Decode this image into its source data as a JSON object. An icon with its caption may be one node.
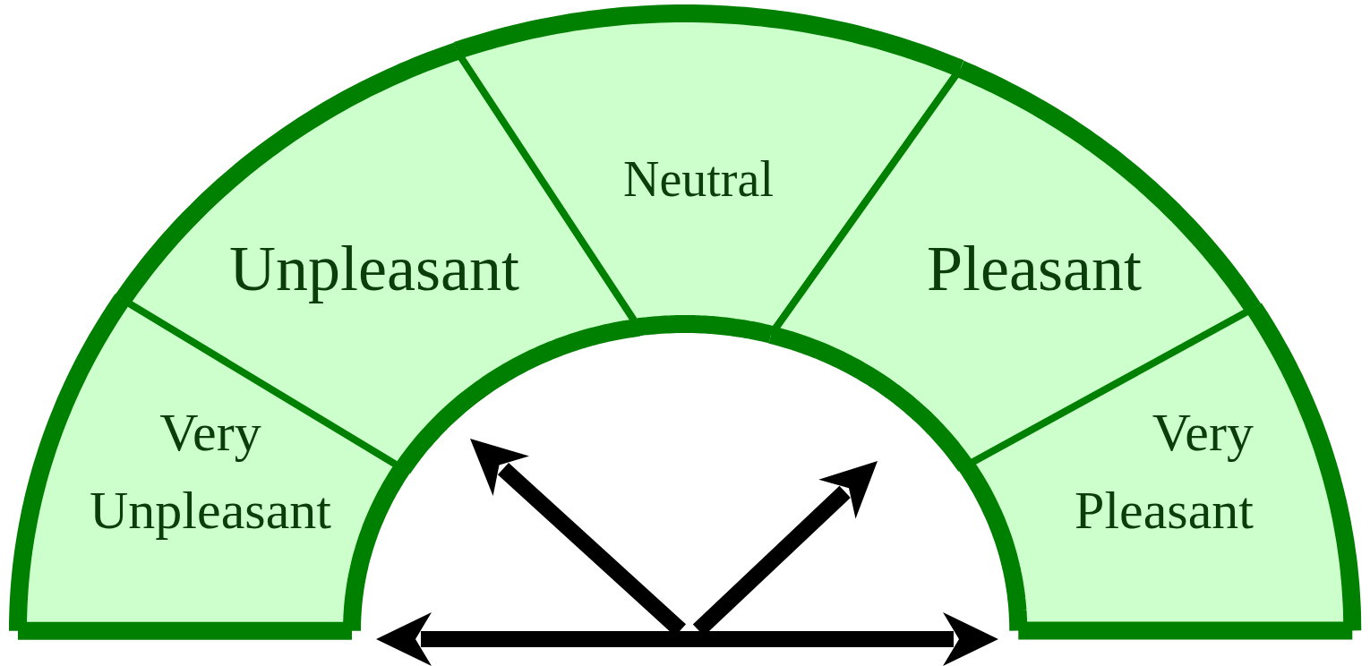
{
  "diagram": {
    "nodes": [
      {
        "text": [
          "Very Unpleasant"
        ]
      },
      {
        "text": [
          "Unpleasant"
        ]
      },
      {
        "text": [
          "Neutral"
        ]
      },
      {
        "text": [
          "Pleasant"
        ]
      },
      {
        "text": [
          "Very Pleasant"
        ]
      }
    ],
    "edges": []
  }
}
